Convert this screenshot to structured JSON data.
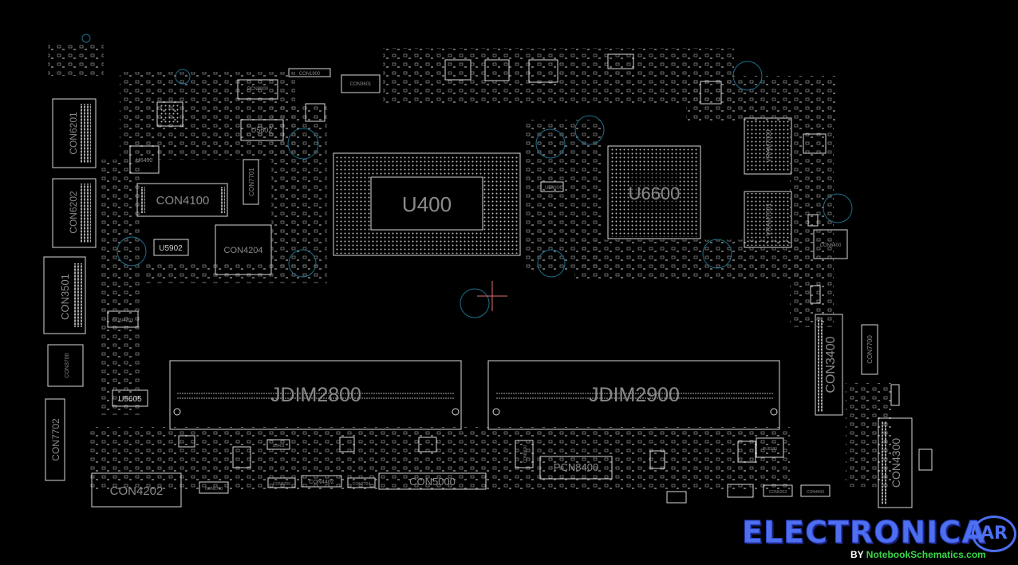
{
  "board": {
    "components": [
      {
        "id": "u400",
        "label": "U400"
      },
      {
        "id": "u6600",
        "label": "U6600"
      },
      {
        "id": "vram7000",
        "label": "VRAM7000"
      },
      {
        "id": "vram7001",
        "label": "VRAM7001"
      },
      {
        "id": "con6201",
        "label": "CON6201"
      },
      {
        "id": "con6202",
        "label": "CON6202"
      },
      {
        "id": "con3501",
        "label": "CON3501"
      },
      {
        "id": "con3700",
        "label": "CON3700"
      },
      {
        "id": "con7702",
        "label": "CON7702"
      },
      {
        "id": "con4100",
        "label": "CON4100"
      },
      {
        "id": "con4204",
        "label": "CON4204"
      },
      {
        "id": "con7701",
        "label": "CON7701"
      },
      {
        "id": "u5902",
        "label": "U5902"
      },
      {
        "id": "u5605",
        "label": "U5605"
      },
      {
        "id": "u5602",
        "label": "U5602"
      },
      {
        "id": "u6400",
        "label": "U6400"
      },
      {
        "id": "con4203",
        "label": "CON4203"
      },
      {
        "id": "pcn8000",
        "label": "PCN8000"
      },
      {
        "id": "con1900",
        "label": "CON1900"
      },
      {
        "id": "con3601",
        "label": "CON3601"
      },
      {
        "id": "u5400",
        "label": "U5400"
      },
      {
        "id": "jdim2800",
        "label": "JDIM2800"
      },
      {
        "id": "jdim2900",
        "label": "JDIM2900"
      },
      {
        "id": "con3400",
        "label": "CON3400"
      },
      {
        "id": "con7700",
        "label": "CON7700"
      },
      {
        "id": "con4300",
        "label": "CON4300"
      },
      {
        "id": "con6400",
        "label": "CON6400"
      },
      {
        "id": "con4202",
        "label": "CON4202"
      },
      {
        "id": "con5000",
        "label": "CON5000"
      },
      {
        "id": "pcn8400",
        "label": "PCN8400"
      },
      {
        "id": "con4402",
        "label": "CON4402"
      },
      {
        "id": "con5200",
        "label": "CON5200"
      },
      {
        "id": "con7704",
        "label": "CON7704"
      },
      {
        "id": "u5403",
        "label": "U5403"
      },
      {
        "id": "con6700",
        "label": "CON6700"
      },
      {
        "id": "pu8100",
        "label": "PU8100"
      },
      {
        "id": "con5203",
        "label": "CON5203"
      },
      {
        "id": "con4400",
        "label": "CON4400"
      },
      {
        "id": "con8600",
        "label": "CON8600"
      }
    ]
  },
  "watermark": {
    "brand": "ELECTRONICA",
    "badge": "AR",
    "by": "BY",
    "site": "NotebookSchematics.com"
  },
  "colors": {
    "background": "#000000",
    "outline": "#d8d8d8",
    "label": "#8a8a8a",
    "via": "#1e6f8a",
    "cursor": "#e07070",
    "brand": "#4d6ff0",
    "site": "#39d84a"
  }
}
